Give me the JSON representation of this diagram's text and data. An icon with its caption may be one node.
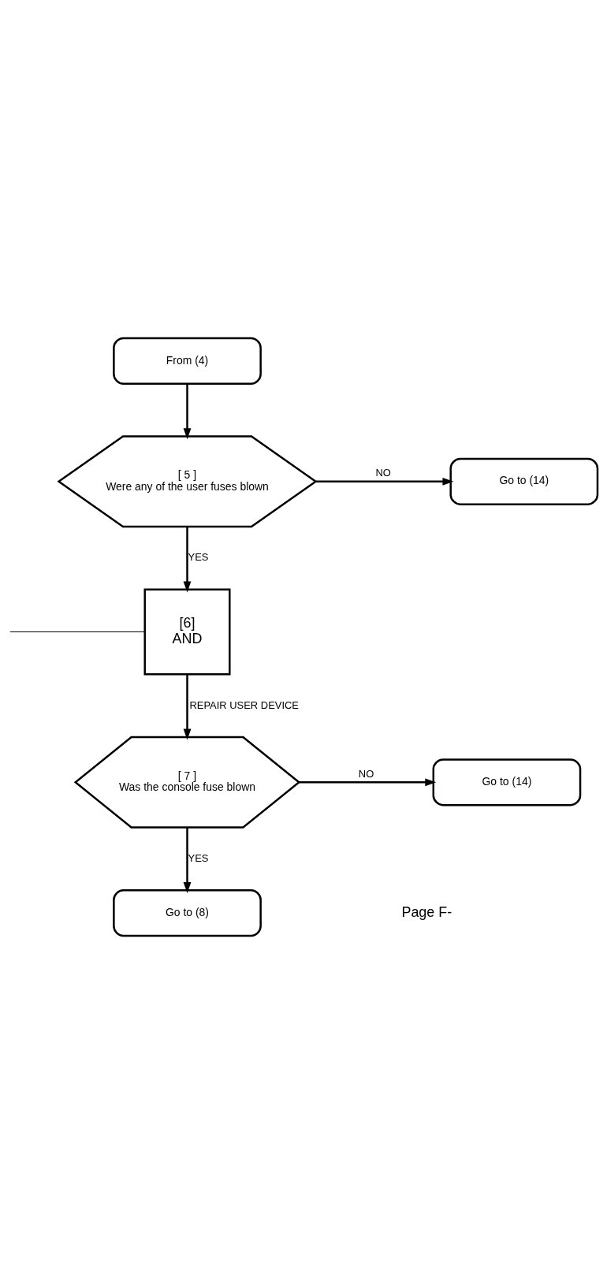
{
  "diagram": {
    "nodes": [
      {
        "text": [
          "From (4)"
        ]
      },
      {
        "text": [
          "[ 5 ]",
          "Were any of the user fuses blown"
        ]
      },
      {
        "text": [
          "Go to (14)"
        ]
      },
      {
        "text": [
          "[6]",
          "AND"
        ]
      },
      {
        "text": [
          "[ 7 ]",
          "Was the console fuse blown"
        ]
      },
      {
        "text": [
          "Go to (14)"
        ]
      },
      {
        "text": [
          "Go to (8)"
        ]
      }
    ],
    "edges": [
      {
        "from": 0,
        "to": 1,
        "arrow": "to"
      },
      {
        "from": 1,
        "to": 2,
        "arrow": "to",
        "label": "NO"
      },
      {
        "from": 1,
        "to": 3,
        "arrow": "to",
        "label": "YES"
      },
      {
        "from": null,
        "to": 3,
        "arrow": "none"
      },
      {
        "from": 3,
        "to": 4,
        "arrow": "to",
        "label": "REPAIR USER DEVICE"
      },
      {
        "from": 4,
        "to": 5,
        "arrow": "to",
        "label": "NO"
      },
      {
        "from": 4,
        "to": 6,
        "arrow": "to",
        "label": "YES"
      }
    ],
    "labels": [
      "Page F-"
    ]
  }
}
